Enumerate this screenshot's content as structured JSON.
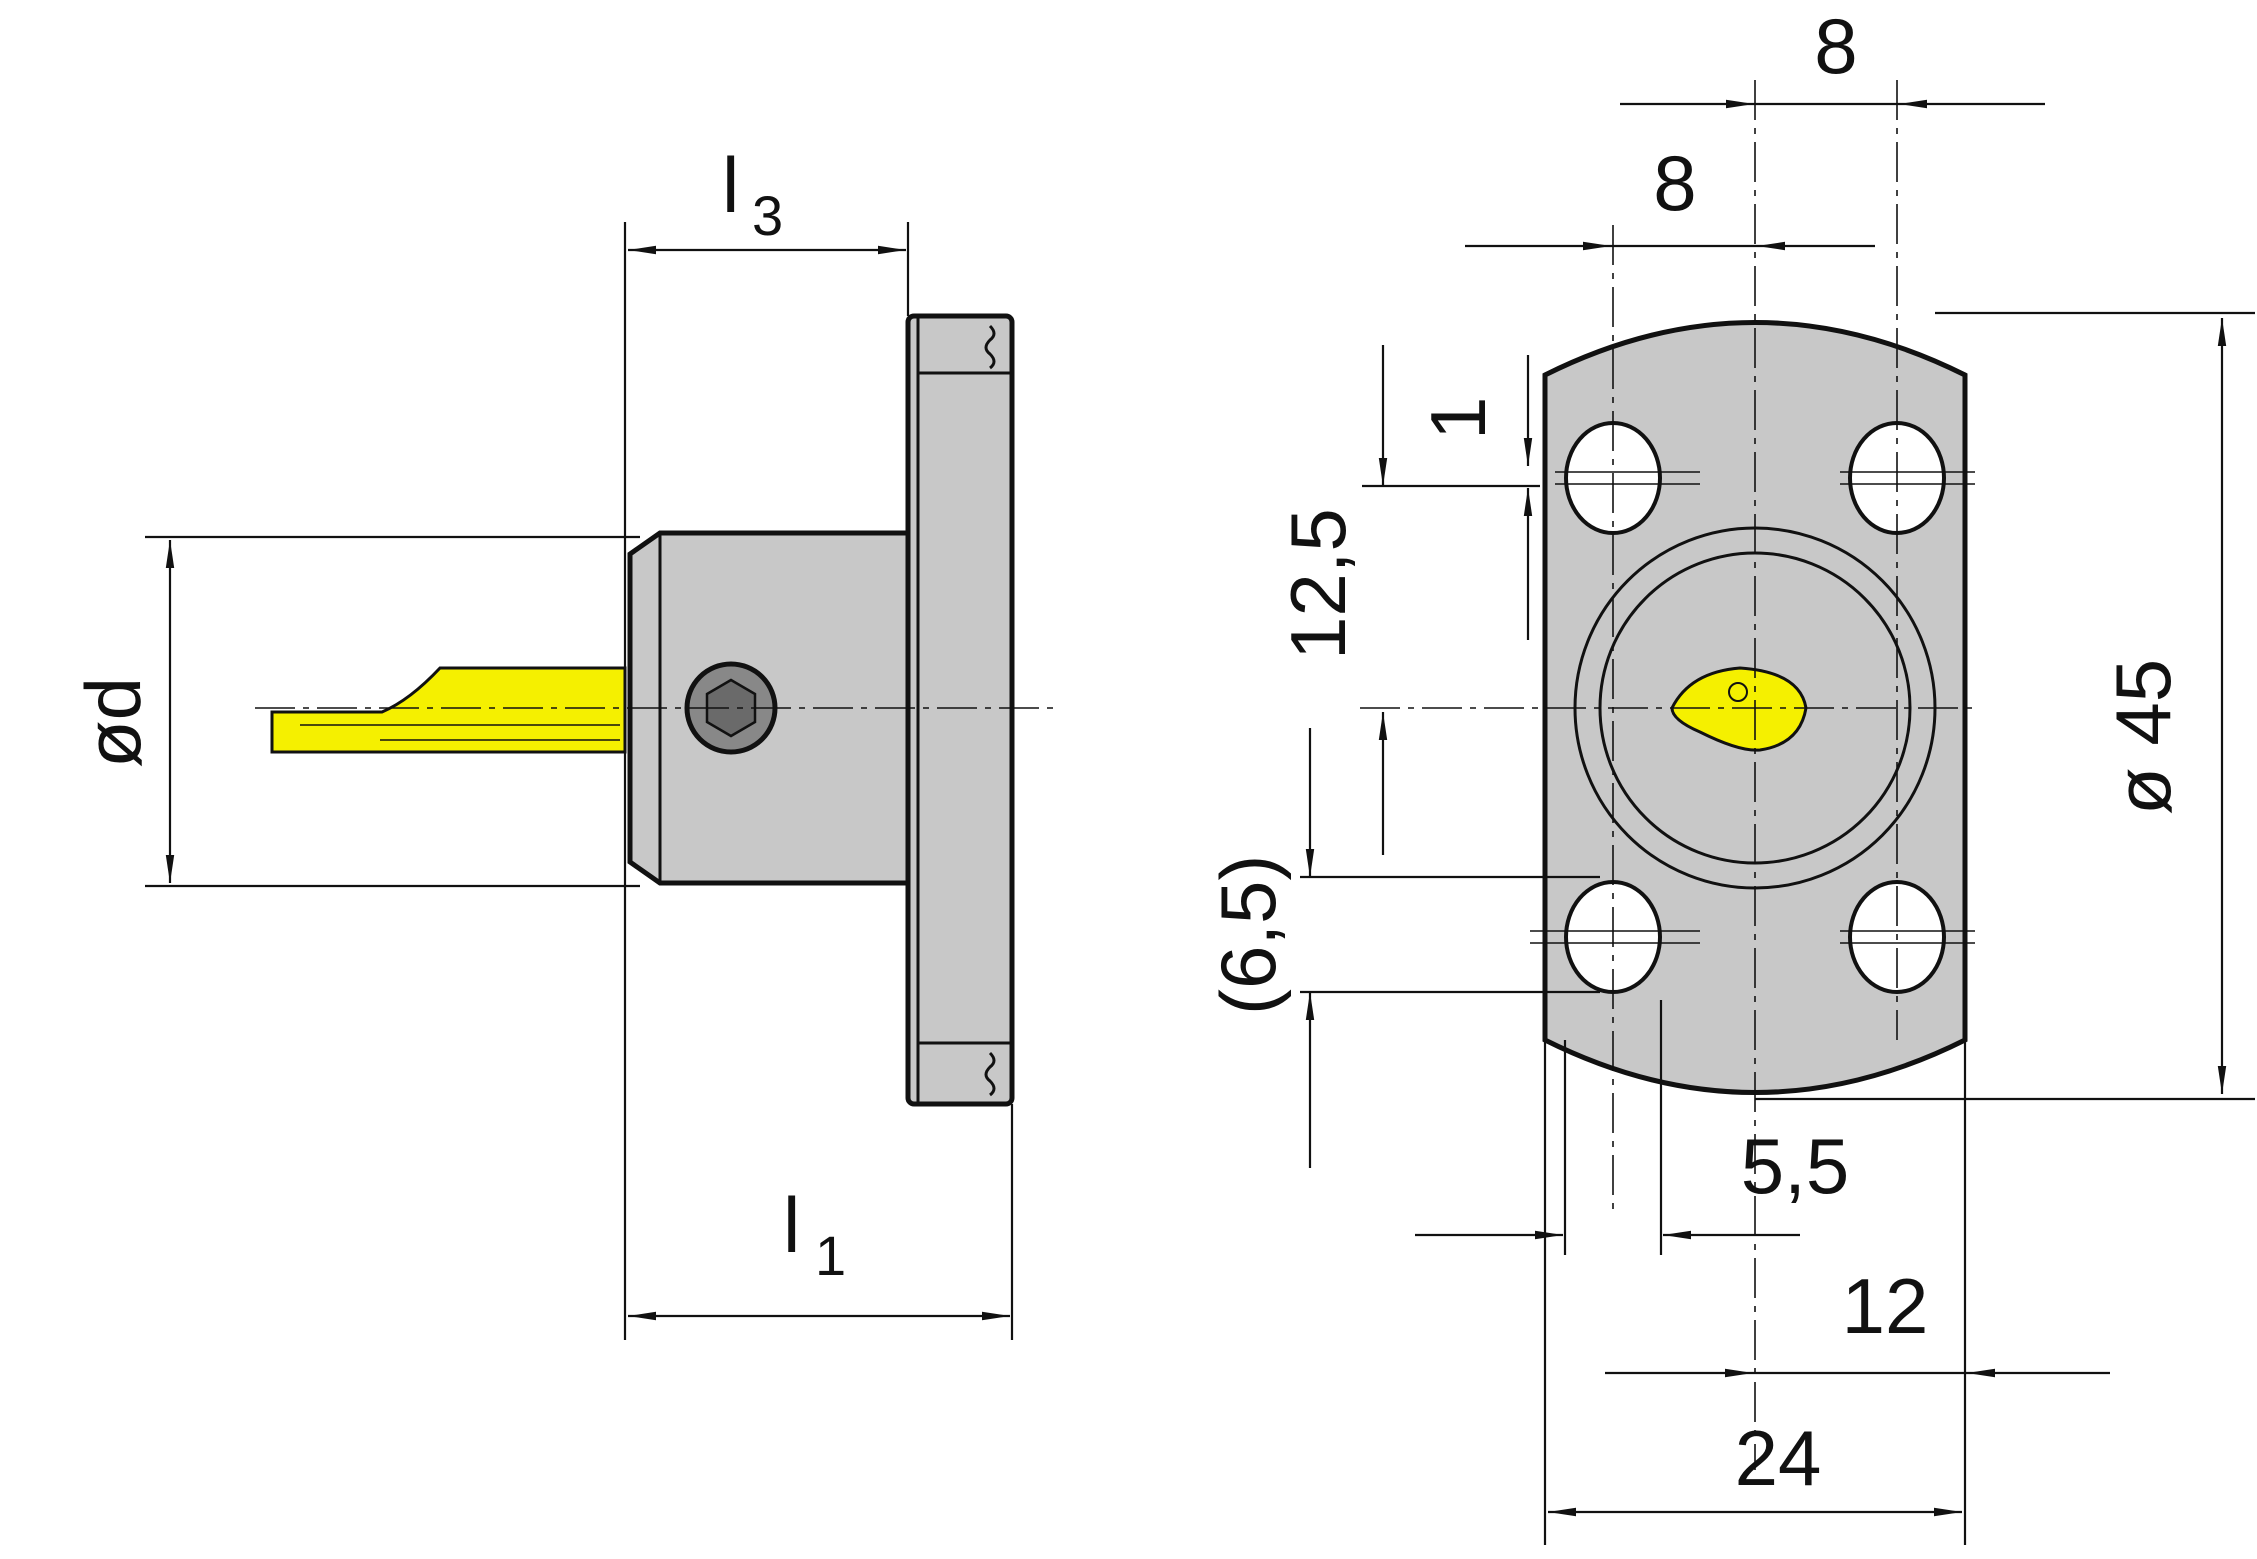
{
  "diagram": {
    "side_view": {
      "labels": {
        "l3_main": "l",
        "l3_sub": "3",
        "l1_main": "l",
        "l1_sub": "1",
        "diameter_d": "ød"
      }
    },
    "front_view": {
      "labels": {
        "top_pitch": "8",
        "inner_pitch": "8",
        "hole_offset": "1",
        "vertical_pitch": "12,5",
        "hole_length": "(6,5)",
        "hole_width": "5,5",
        "outer_diameter": "ø 45",
        "half_width": "12",
        "width": "24"
      }
    },
    "colors": {
      "body": "#c8c8c8",
      "key": "#f5f000",
      "line": "#111111",
      "hole": "#ffffff"
    }
  }
}
